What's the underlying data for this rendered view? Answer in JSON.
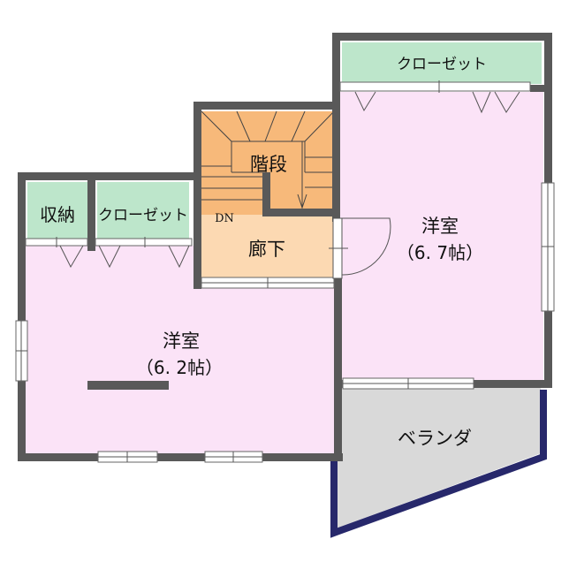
{
  "rooms": {
    "closet_top": {
      "label": "クローゼット"
    },
    "western_right": {
      "label": "洋室",
      "size": "（6. 7帖）"
    },
    "stairs": {
      "label": "階段",
      "direction": "DN"
    },
    "storage": {
      "label": "収納"
    },
    "closet_left": {
      "label": "クローゼット"
    },
    "hallway": {
      "label": "廊下"
    },
    "western_left": {
      "label": "洋室",
      "size": "（6. 2帖）"
    },
    "veranda": {
      "label": "ベランダ"
    }
  },
  "colors": {
    "wall": "#595959",
    "western_room": "#fbe3f7",
    "closet": "#bde6cb",
    "hallway": "#fcd9b2",
    "stairs": "#f7b97a",
    "veranda": "#d9d9d9",
    "veranda_edge": "#27286b"
  }
}
